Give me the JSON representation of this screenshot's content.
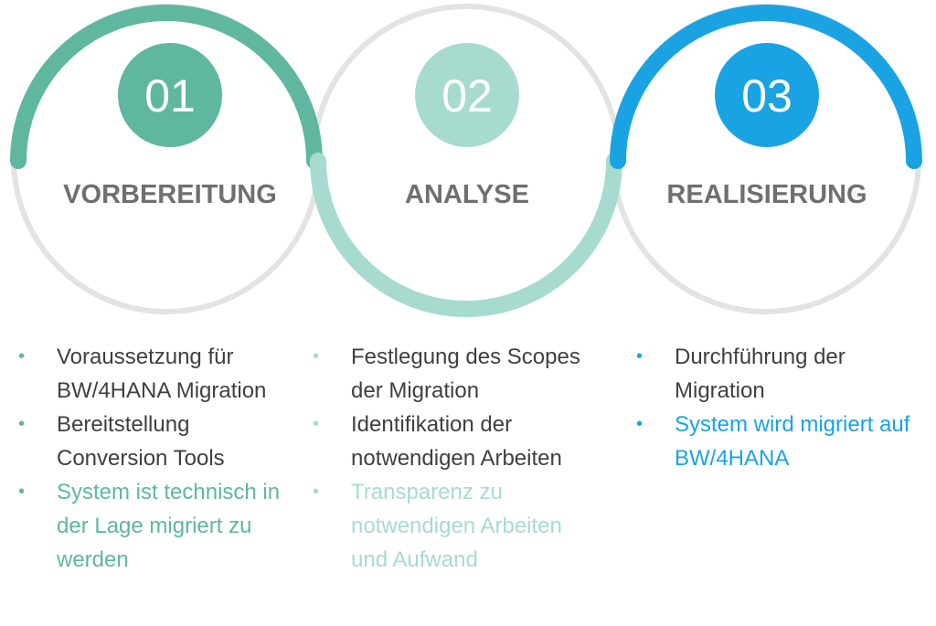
{
  "colors": {
    "ring": "#e3e3e3",
    "step1": "#5fb7a0",
    "step2": "#a7dbcf",
    "step3": "#1aa3e3",
    "title": "#6f6f6f",
    "text": "#3f3f3f"
  },
  "steps": [
    {
      "number": "01",
      "title": "VORBEREITUNG",
      "items": [
        {
          "text": "Voraussetzung für BW/4HANA Migration",
          "highlight": false
        },
        {
          "text": "Bereitstellung Conversion Tools",
          "highlight": false
        },
        {
          "text": "System ist technisch in der Lage migriert zu werden",
          "highlight": true
        }
      ]
    },
    {
      "number": "02",
      "title": "ANALYSE",
      "items": [
        {
          "text": "Festlegung des Scopes der Migration",
          "highlight": false
        },
        {
          "text": "Identifikation der notwendigen Arbeiten",
          "highlight": false
        },
        {
          "text": "Transparenz zu notwendigen Arbeiten und Aufwand",
          "highlight": true
        }
      ]
    },
    {
      "number": "03",
      "title": "REALISIERUNG",
      "items": [
        {
          "text": "Durchführung der Migration",
          "highlight": false
        },
        {
          "text": "System wird migriert auf BW/4HANA",
          "highlight": true
        }
      ]
    }
  ],
  "bullet": "•"
}
